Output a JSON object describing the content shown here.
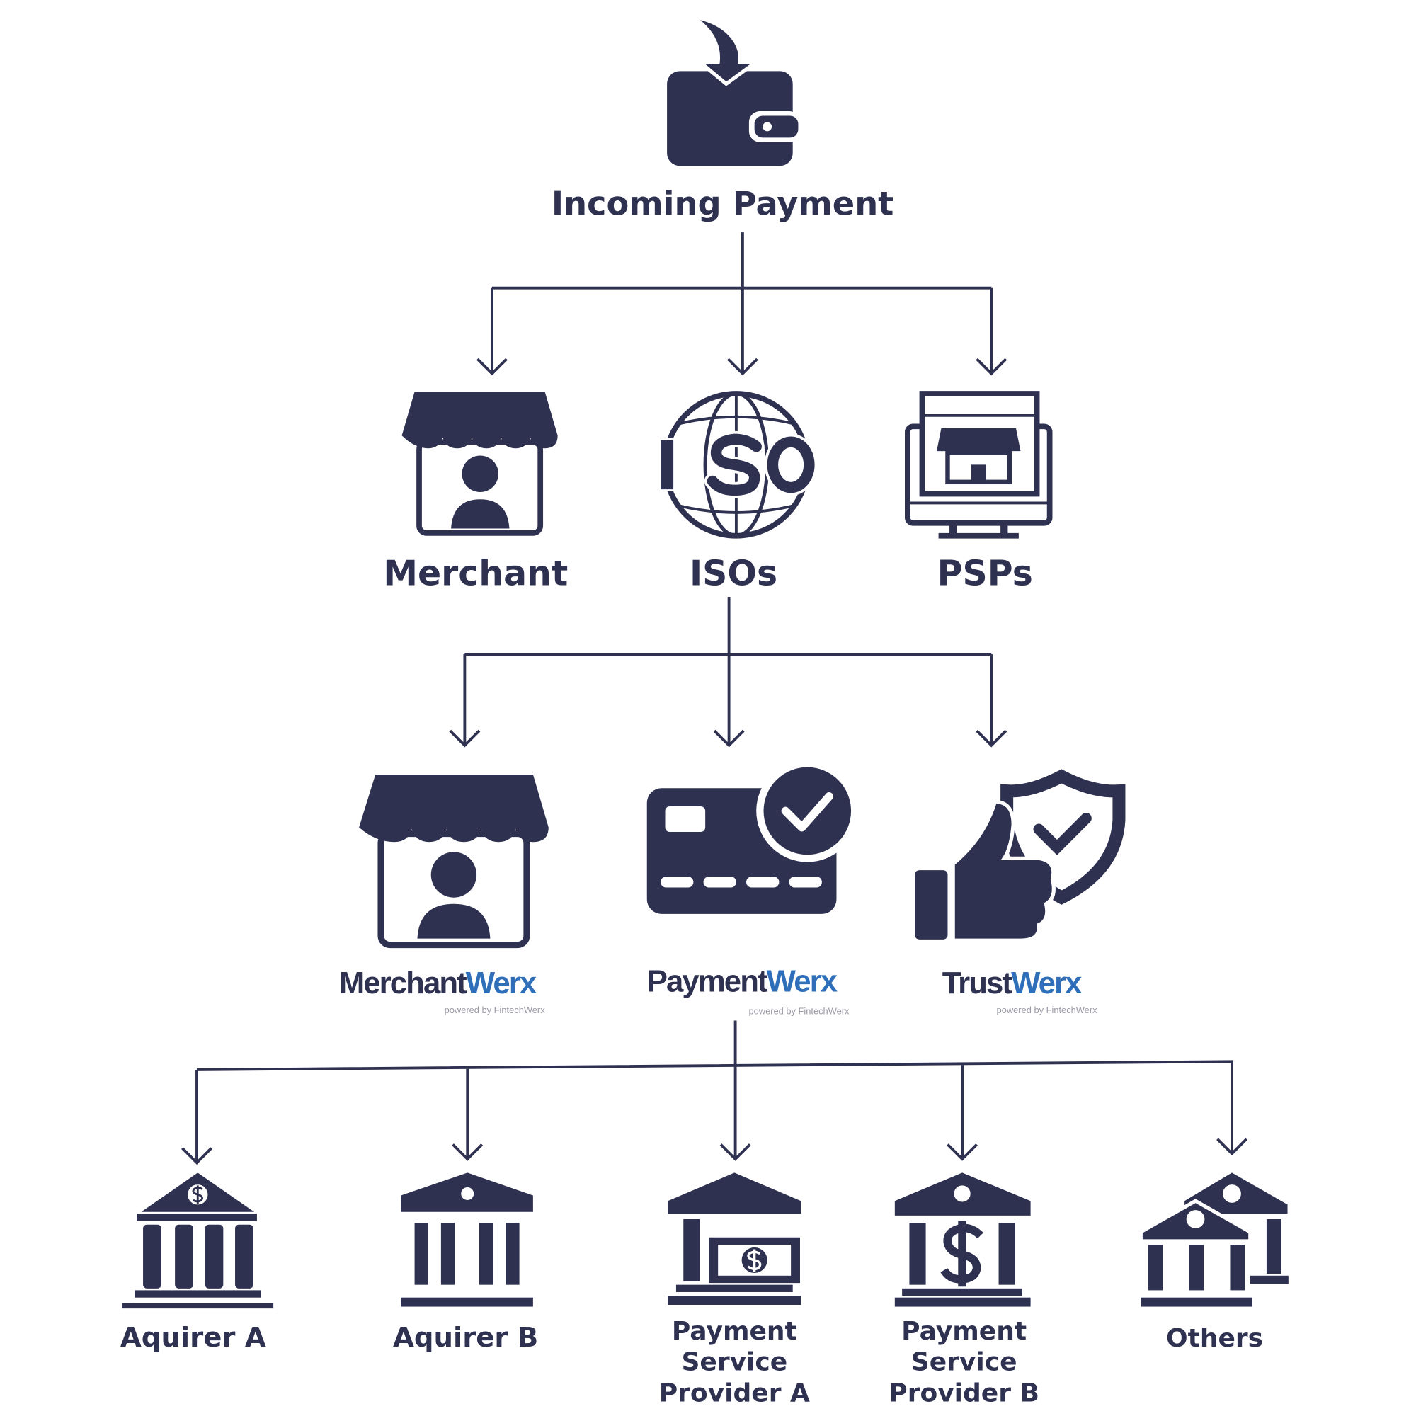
{
  "colors": {
    "primary": "#2f3150",
    "accent": "#2f6fba"
  },
  "root": {
    "label": "Incoming Payment",
    "icon": "wallet-incoming-icon"
  },
  "level1": [
    {
      "label": "Merchant",
      "icon": "storefront-person-icon"
    },
    {
      "label": "ISOs",
      "icon": "iso-globe-icon"
    },
    {
      "label": "PSPs",
      "icon": "online-store-monitor-icon"
    }
  ],
  "level2": [
    {
      "brand": "Merchant",
      "suffix": "Werx",
      "tagline": "powered by FintechWerx",
      "icon": "storefront-person-icon"
    },
    {
      "brand": "Payment",
      "suffix": "Werx",
      "tagline": "powered by FintechWerx",
      "icon": "credit-card-check-icon"
    },
    {
      "brand": "Trust",
      "suffix": "Werx",
      "tagline": "powered by FintechWerx",
      "icon": "thumbs-up-shield-icon"
    }
  ],
  "level3": [
    {
      "lines": [
        "Aquirer A"
      ],
      "icon": "bank-dollar-icon"
    },
    {
      "lines": [
        "Aquirer B"
      ],
      "icon": "bank-icon"
    },
    {
      "lines": [
        "Payment",
        "Service",
        "Provider A"
      ],
      "icon": "bank-cash-icon"
    },
    {
      "lines": [
        "Payment",
        "Service",
        "Provider B"
      ],
      "icon": "bank-dollar-sign-icon"
    },
    {
      "lines": [
        "Others"
      ],
      "icon": "multiple-banks-icon"
    }
  ]
}
